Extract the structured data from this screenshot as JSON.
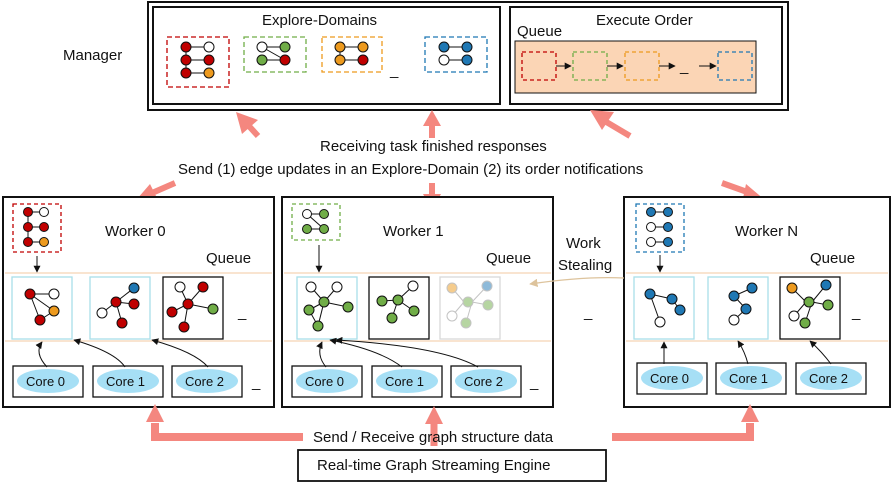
{
  "manager": {
    "label": "Manager",
    "explore_domains_title": "Explore-Domains",
    "execute_order_title": "Execute Order",
    "queue_label": "Queue",
    "ellipsis": "_"
  },
  "messages": {
    "receiving": "Receiving task finished responses",
    "send": "Send (1) edge updates in an Explore-Domain (2) its order notifications"
  },
  "workers": [
    {
      "title": "Worker 0",
      "queue_label": "Queue",
      "cores": [
        "Core 0",
        "Core 1",
        "Core 2"
      ]
    },
    {
      "title": "Worker 1",
      "queue_label": "Queue",
      "cores": [
        "Core 0",
        "Core 1",
        "Core 2"
      ]
    },
    {
      "title": "Worker N",
      "queue_label": "Queue",
      "cores": [
        "Core 0",
        "Core 1",
        "Core 2"
      ]
    }
  ],
  "work_stealing": {
    "line1": "Work",
    "line2": "Stealing"
  },
  "ellipsis": "_",
  "engine": {
    "label": "Real-time Graph Streaming Engine",
    "data_label": "Send / Receive graph structure data"
  },
  "colors": {
    "red": "#c00000",
    "green": "#70ad47",
    "orange": "#ed9a1e",
    "blue": "#1f78b4",
    "pink_arrow": "#f4877f",
    "queue_fill": "#fbd5b5",
    "core_fill": "#a6dff5",
    "light_cyan": "#a9dfe9"
  }
}
